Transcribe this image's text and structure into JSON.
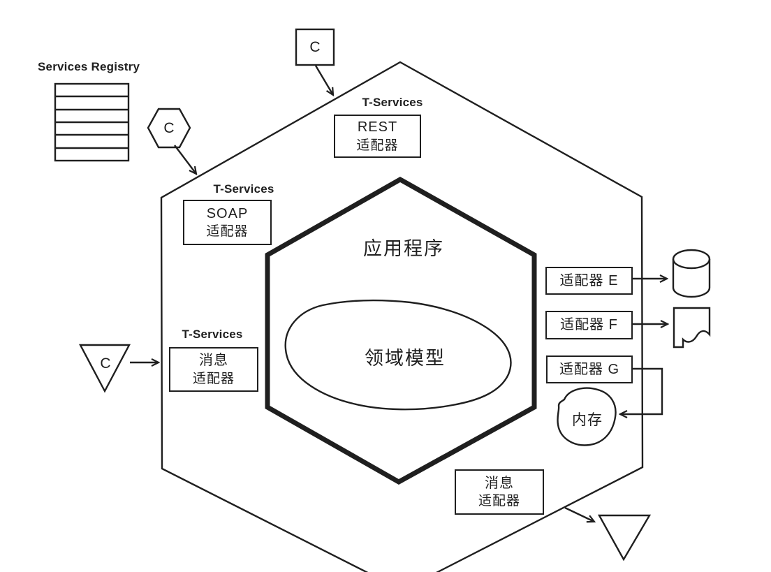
{
  "colors": {
    "ink": "#1f1f1f",
    "paper": "#ffffff"
  },
  "registry": {
    "title": "Services Registry"
  },
  "connectors": {
    "square": "C",
    "hexagon": "C",
    "triangle": "C"
  },
  "zones": {
    "rest": {
      "tag": "T-Services",
      "title": "REST",
      "subtitle": "适配器"
    },
    "soap": {
      "tag": "T-Services",
      "title": "SOAP",
      "subtitle": "适配器"
    },
    "message_left": {
      "tag": "T-Services",
      "title": "消息",
      "subtitle": "适配器"
    },
    "message_bottom": {
      "title": "消息",
      "subtitle": "适配器"
    }
  },
  "adapters": {
    "e": "适配器 E",
    "f": "适配器 F",
    "g": "适配器 G"
  },
  "core": {
    "application": "应用程序",
    "domain": "领域模型",
    "memory": "内存"
  }
}
